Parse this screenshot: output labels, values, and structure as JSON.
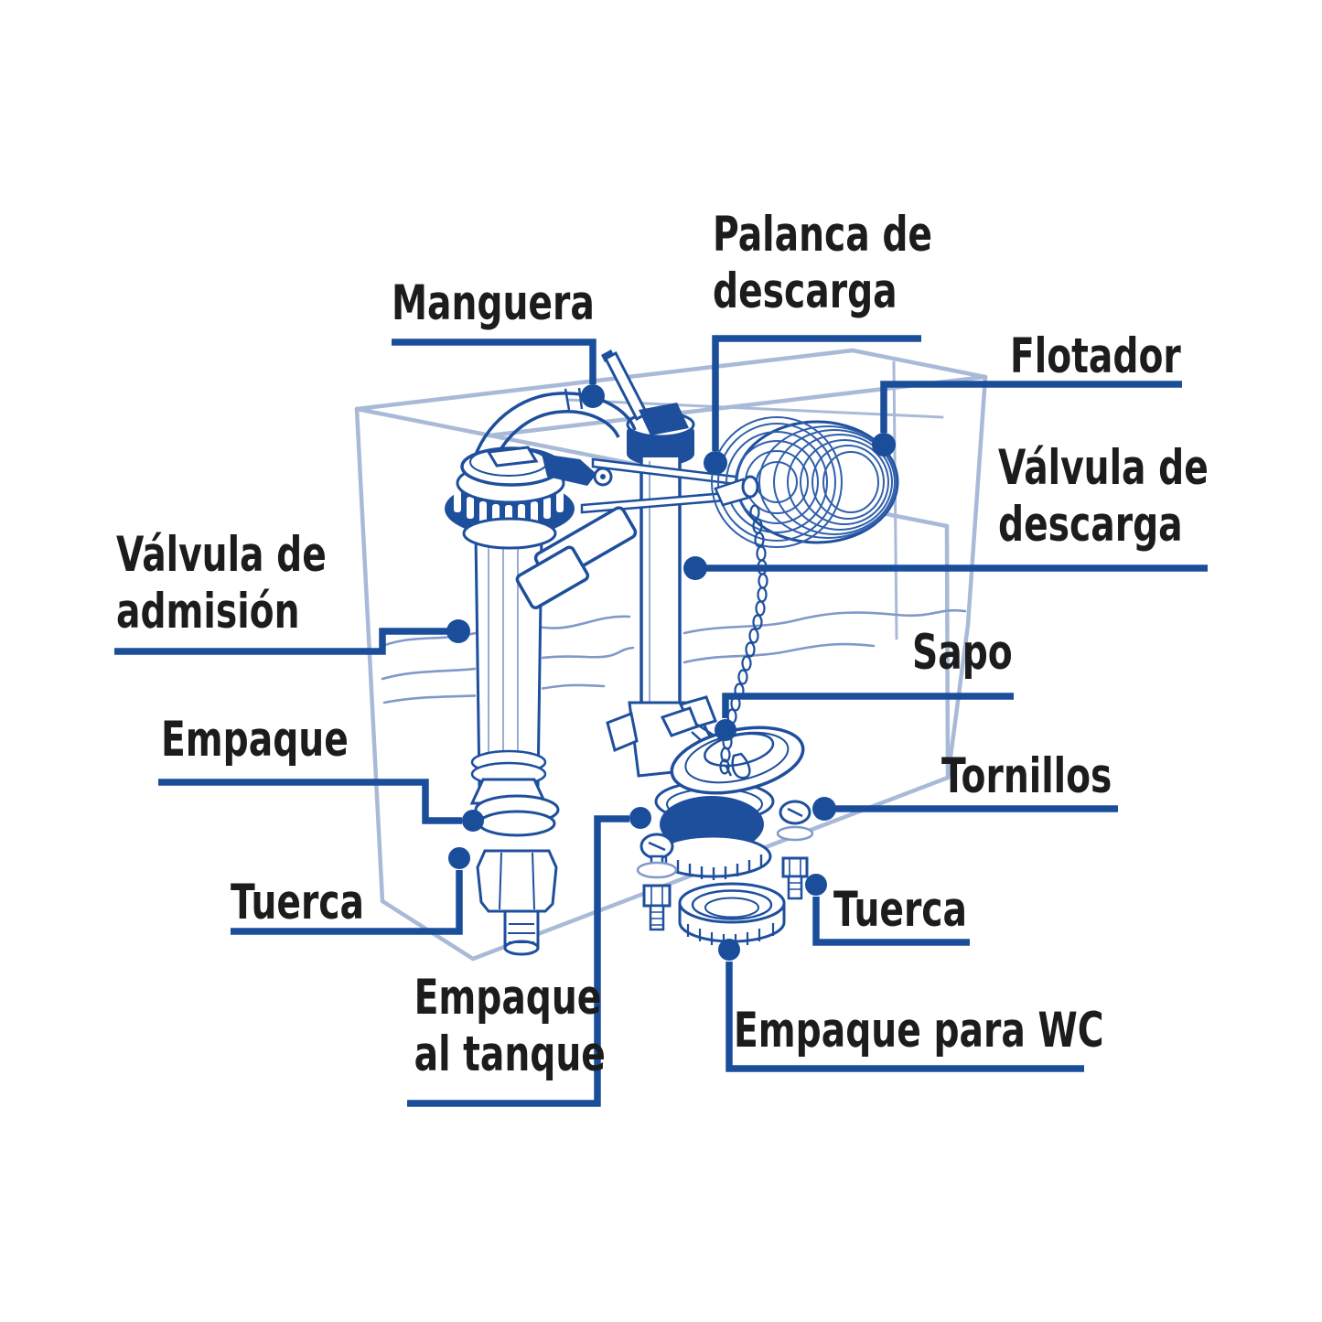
{
  "diagram": {
    "labels": {
      "manguera": {
        "text": "Manguera"
      },
      "palanca_de_descarga": {
        "line1": "Palanca de",
        "line2": "descarga"
      },
      "flotador": {
        "text": "Flotador"
      },
      "valvula_de_descarga": {
        "line1": "Válvula de",
        "line2": "descarga"
      },
      "valvula_de_admision": {
        "line1": "Válvula de",
        "line2": "admisión"
      },
      "sapo": {
        "text": "Sapo"
      },
      "empaque": {
        "text": "Empaque"
      },
      "tornillos": {
        "text": "Tornillos"
      },
      "tuerca_izquierda": {
        "text": "Tuerca"
      },
      "tuerca_derecha": {
        "text": "Tuerca"
      },
      "empaque_al_tanque": {
        "line1": "Empaque",
        "line2": "al tanque"
      },
      "empaque_para_wc": {
        "text": "Empaque para WC"
      }
    },
    "colors": {
      "callout_blue": "#1a4e9b",
      "illustration_dark_blue": "#1e4f9d",
      "illustration_medium_blue": "#2f5fac",
      "tank_outline_light_blue": "#a9bad8",
      "water_line_blue": "#8099c8",
      "label_text": "#1c1c1c",
      "background": "#ffffff"
    }
  }
}
